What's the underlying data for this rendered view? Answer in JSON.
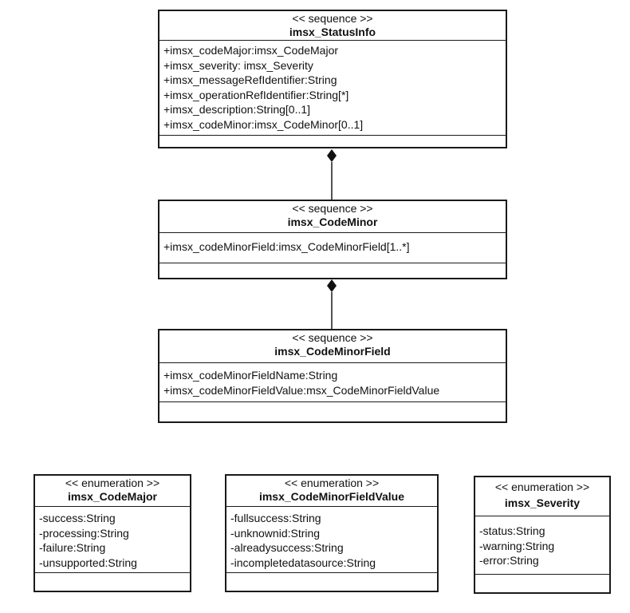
{
  "classes": {
    "status_info": {
      "stereotype": "<< sequence >>",
      "name": "imsx_StatusInfo",
      "attributes": [
        "+imsx_codeMajor:imsx_CodeMajor",
        "+imsx_severity: imsx_Severity",
        "+imsx_messageRefIdentifier:String",
        "+imsx_operationRefIdentifier:String[*]",
        "+imsx_description:String[0..1]",
        "+imsx_codeMinor:imsx_CodeMinor[0..1]"
      ]
    },
    "code_minor": {
      "stereotype": "<< sequence >>",
      "name": "imsx_CodeMinor",
      "attributes": [
        "+imsx_codeMinorField:imsx_CodeMinorField[1..*]"
      ]
    },
    "code_minor_field": {
      "stereotype": "<< sequence >>",
      "name": "imsx_CodeMinorField",
      "attributes": [
        "+imsx_codeMinorFieldName:String",
        "+imsx_codeMinorFieldValue:msx_CodeMinorFieldValue"
      ]
    },
    "code_major": {
      "stereotype": "<< enumeration >>",
      "name": "imsx_CodeMajor",
      "attributes": [
        "-success:String",
        "-processing:String",
        "-failure:String",
        "-unsupported:String"
      ]
    },
    "code_minor_field_value": {
      "stereotype": "<< enumeration >>",
      "name": "imsx_CodeMinorFieldValue",
      "attributes": [
        "-fullsuccess:String",
        "-unknownid:String",
        "-alreadysuccess:String",
        "-incompletedatasource:String"
      ]
    },
    "severity": {
      "stereotype": "<< enumeration >>",
      "name": "imsx_Severity",
      "attributes": [
        "-status:String",
        "-warning:String",
        "-error:String"
      ]
    }
  }
}
